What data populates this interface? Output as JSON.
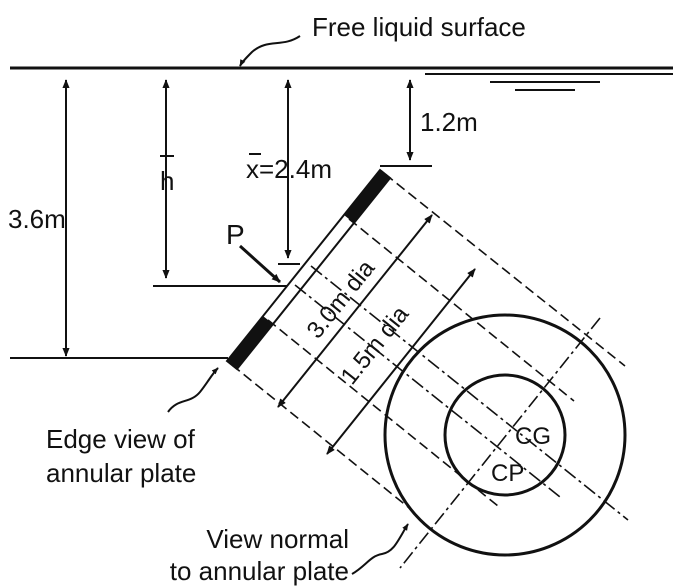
{
  "labels": {
    "free_surface": "Free liquid surface",
    "depth_total": "3.6m",
    "depth_hbar": "h",
    "depth_xbar": "x=2.4m",
    "depth_top": "1.2m",
    "force": "P",
    "outer_diameter": "3.0m dia",
    "inner_diameter": "1.5m dia",
    "centroid": "CG",
    "center_pressure": "CP",
    "edge_view_line1": "Edge view of",
    "edge_view_line2": "annular plate",
    "normal_view_line1": "View normal",
    "normal_view_line2": "to annular plate"
  },
  "colors": {
    "ink": "#111111",
    "background": "#ffffff"
  },
  "icons": [
    "arrow-icon",
    "leader-curve-icon"
  ]
}
